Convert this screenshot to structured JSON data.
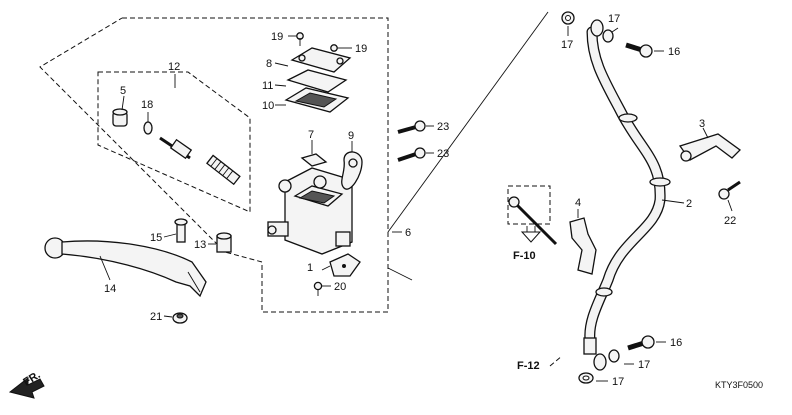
{
  "callouts": {
    "p1": "1",
    "p2": "2",
    "p3": "3",
    "p4": "4",
    "p5": "5",
    "p6": "6",
    "p7": "7",
    "p8": "8",
    "p9": "9",
    "p10": "10",
    "p11": "11",
    "p12": "12",
    "p13": "13",
    "p14": "14",
    "p15": "15",
    "p16a": "16",
    "p16b": "16",
    "p17a": "17",
    "p17b": "17",
    "p17c": "17",
    "p17d": "17",
    "p18": "18",
    "p19a": "19",
    "p19b": "19",
    "p20": "20",
    "p21": "21",
    "p22": "22",
    "p23a": "23",
    "p23b": "23"
  },
  "refs": {
    "f10": "F-10",
    "f12": "F-12"
  },
  "direction_label": "FR.",
  "diagram_code": "KTY3F0500"
}
